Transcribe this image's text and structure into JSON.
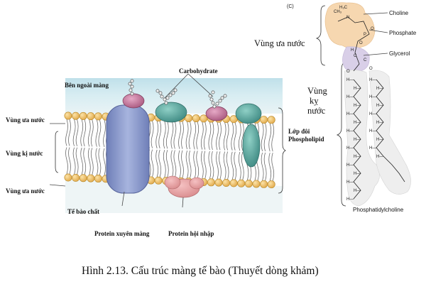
{
  "membrane_labels": {
    "outside": "Bên ngoài màng",
    "carbohydrate": "Carbohydrate",
    "hydrophilic_top": "Vùng ưa nước",
    "hydrophobic": "Vùng kị nước",
    "hydrophilic_bottom": "Vùng ưa nước",
    "bilayer_line1": "Lớp đôi",
    "bilayer_line2": "Phospholipid",
    "cytoplasm": "Tế bào chất",
    "transmembrane_protein": "Protein xuyên màng",
    "integral_protein": "Protein hội nhập"
  },
  "molecule_panel": {
    "panel_letter": "(C)",
    "choline": "Choline",
    "phosphate": "Phosphate",
    "glycerol": "Glycerol",
    "hydrophilic_region": "Vùng ưa nước",
    "hydrophobic_region_line1": "Vùng",
    "hydrophobic_region_line2": "kỵ",
    "hydrophobic_region_line3": "nước",
    "molecule_name": "Phosphatidylcholine"
  },
  "caption": "Hình 2.13. Cấu trúc màng tế bào (Thuyết dòng khảm)",
  "colors": {
    "outside_bg": "#cde6ee",
    "head_fill": "#f1c46a",
    "head_stroke": "#b88a2a",
    "tail_stroke": "#6b6b6b",
    "trans_protein": "#8f9fd0",
    "integral_protein": "#e7a7a8",
    "teal_protein": "#4f9f98",
    "pink_protein": "#c2739a",
    "polar_region": "#f6d7b0",
    "glycerol_region": "#d9cfe8",
    "tail_region": "#eeeeee"
  }
}
